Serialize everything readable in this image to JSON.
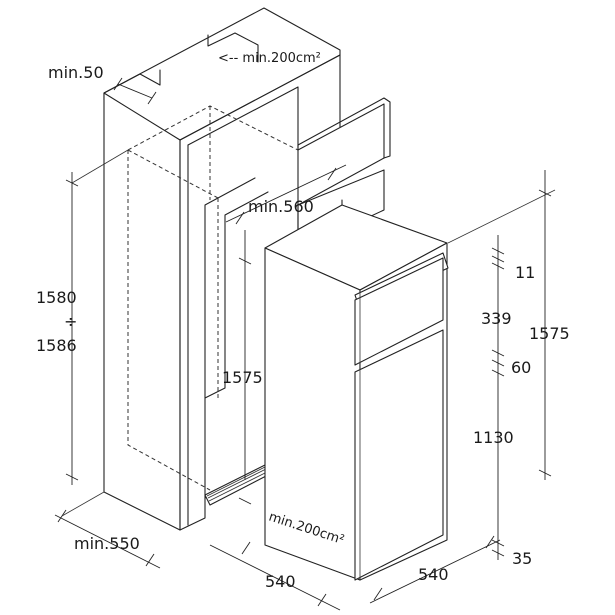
{
  "labels": {
    "niche_gap_top": "min.50",
    "vent_top": "<-- min.200cm²",
    "niche_width": "min.560",
    "niche_height_min": "1580",
    "niche_height_sep": "÷",
    "niche_height_max": "1586",
    "door_height_label": "1575",
    "niche_depth": "min.550",
    "vent_bottom": "min.200cm²",
    "depth_540": "540",
    "width_540": "540",
    "dim_11": "11",
    "dim_339": "339",
    "dim_60": "60",
    "dim_1130": "1130",
    "dim_35": "35",
    "total_height": "1575"
  }
}
